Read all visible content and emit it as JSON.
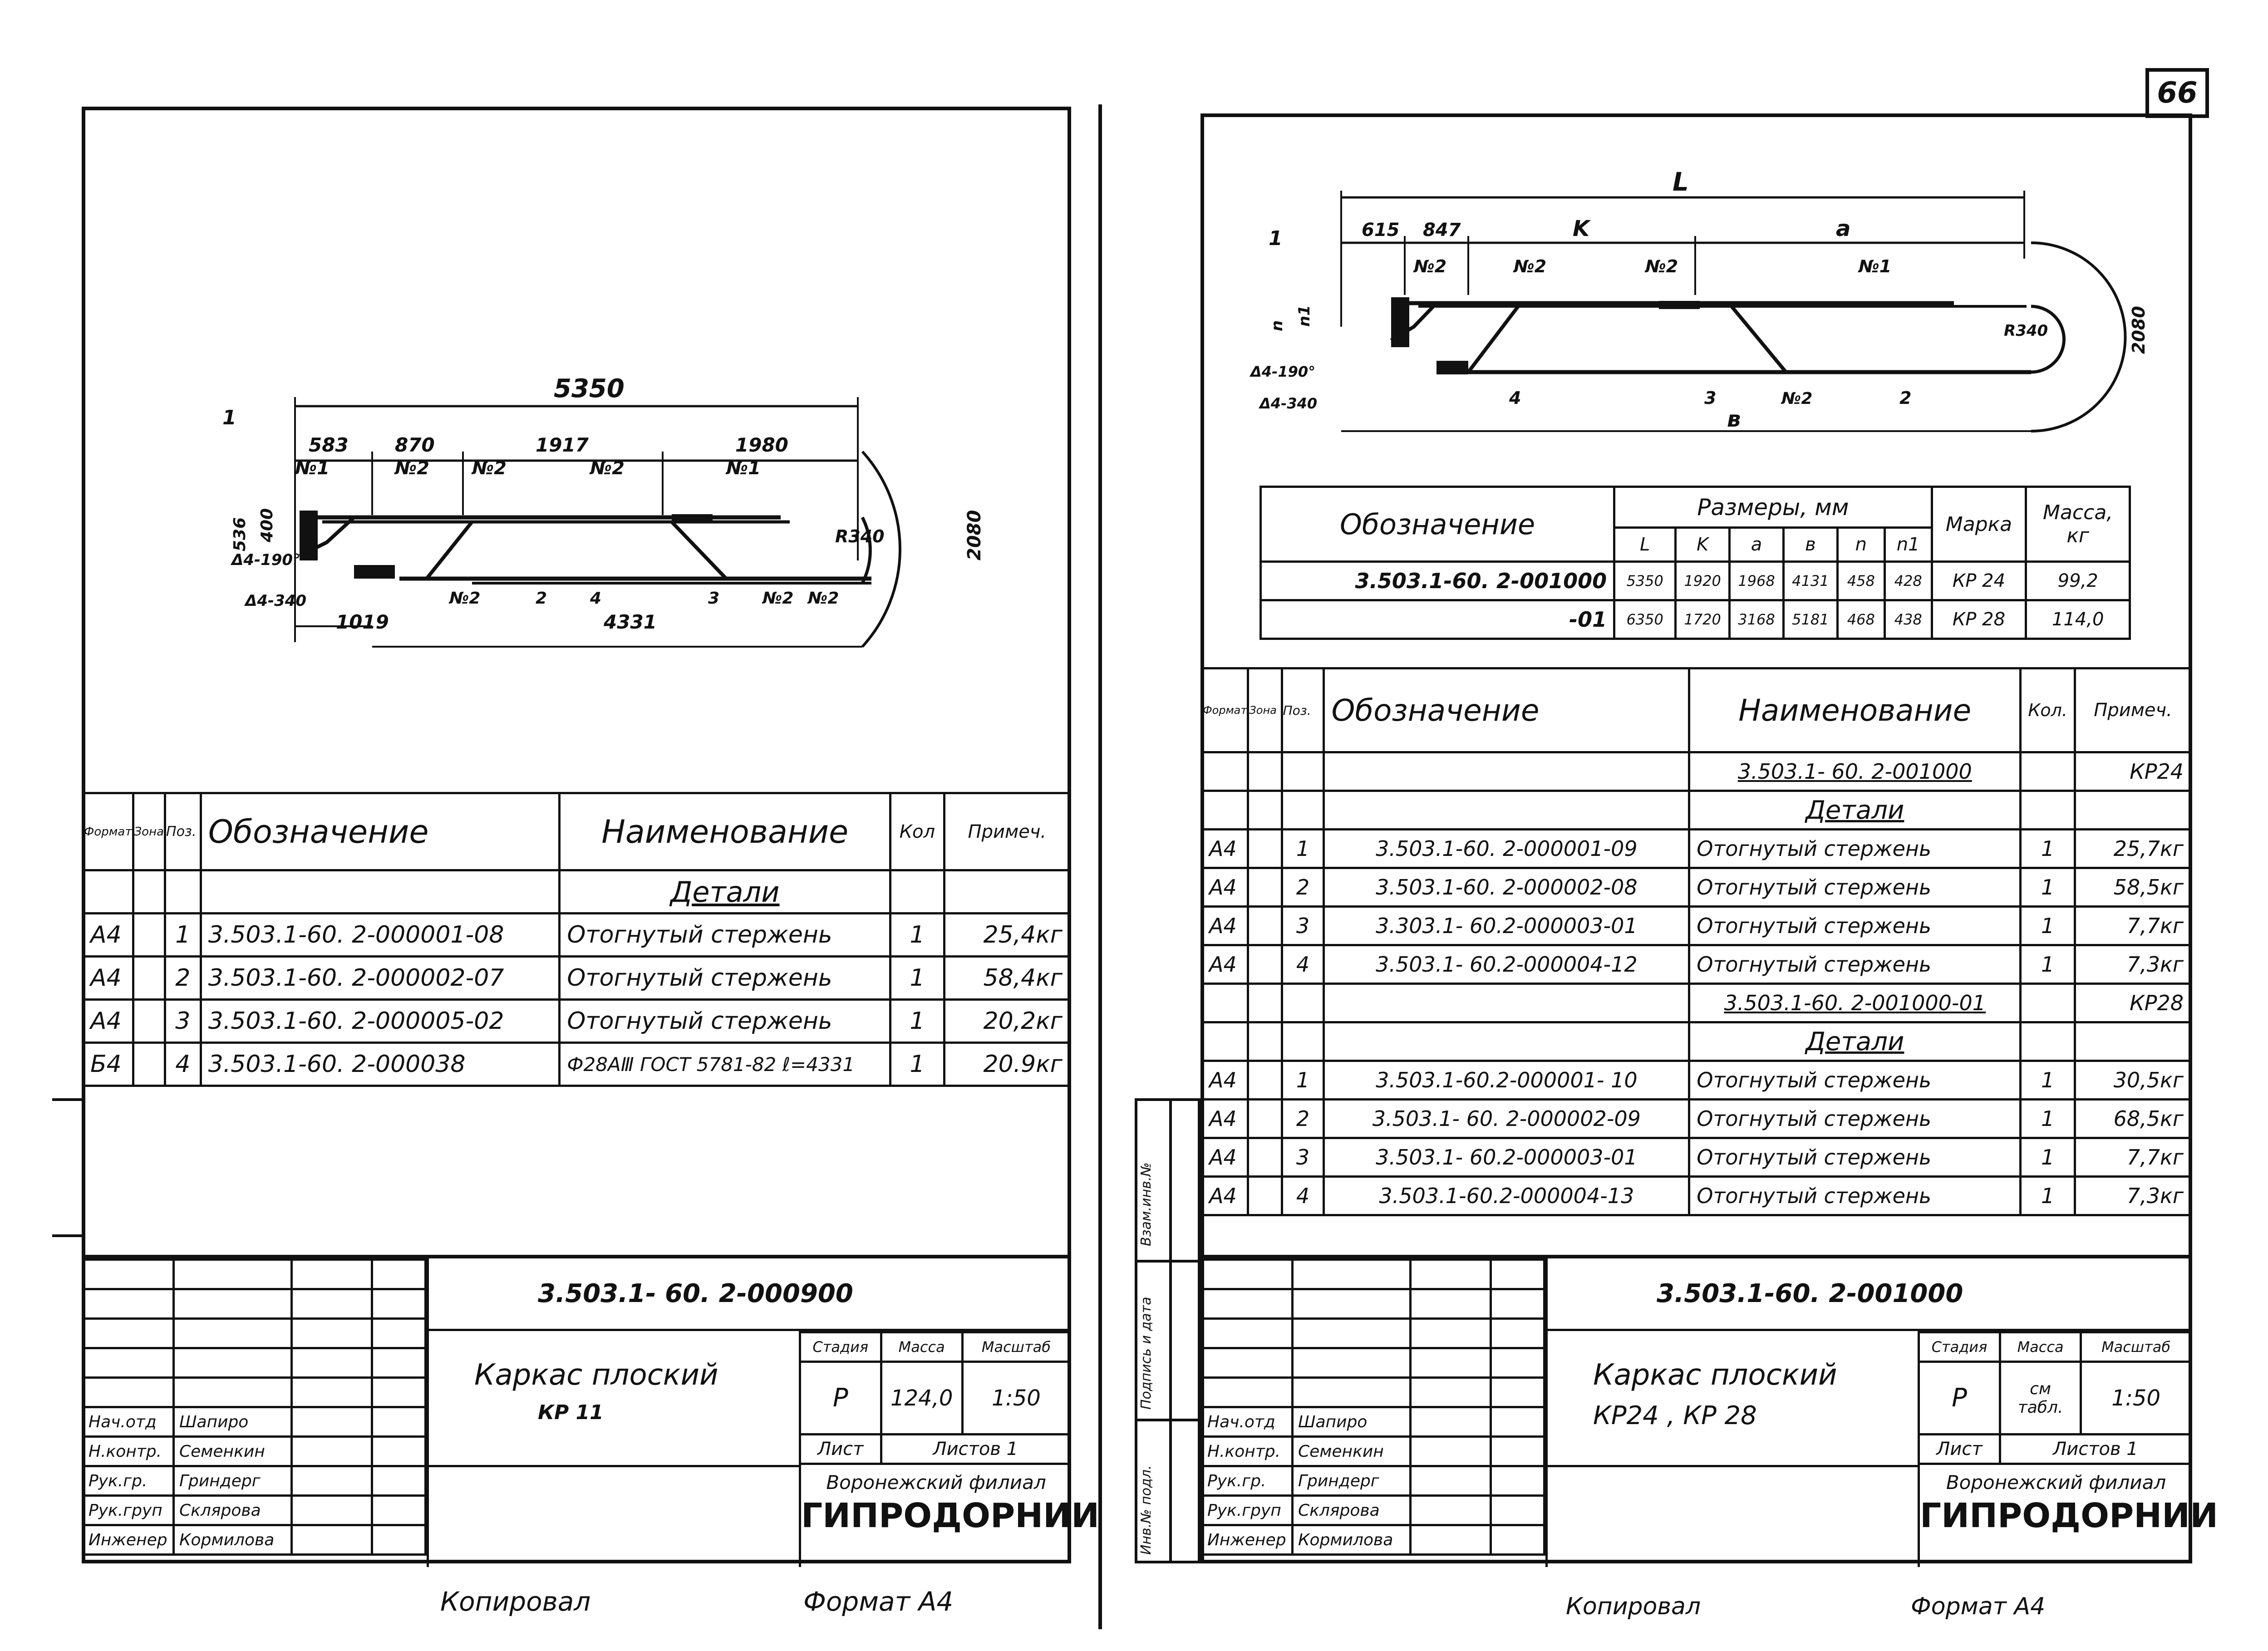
{
  "page_number": "66",
  "left": {
    "drawing": {
      "overall": "5350",
      "segments": [
        "583",
        "870",
        "1917",
        "1980"
      ],
      "bottom_dims": [
        "1019",
        "4331"
      ],
      "radius": "R340",
      "height": "2080",
      "side_dims": [
        "536",
        "400"
      ],
      "welds": [
        "Δ4-190°",
        "Δ4-340"
      ],
      "callouts": [
        "1",
        "№1",
        "№2",
        "№2",
        "№2",
        "№1",
        "№2",
        "2",
        "4",
        "3",
        "№2",
        "№2"
      ]
    },
    "spec": {
      "headers": {
        "format": "Формат",
        "zone": "Зона",
        "pos": "Поз.",
        "designation": "Обозначение",
        "name": "Наименование",
        "qty": "Кол",
        "note": "Примеч."
      },
      "section": "Детали",
      "rows": [
        {
          "format": "А4",
          "pos": "1",
          "designation": "3.503.1-60. 2-000001-08",
          "name": "Отогнутый стержень",
          "qty": "1",
          "note": "25,4кг"
        },
        {
          "format": "А4",
          "pos": "2",
          "designation": "3.503.1-60. 2-000002-07",
          "name": "Отогнутый стержень",
          "qty": "1",
          "note": "58,4кг"
        },
        {
          "format": "А4",
          "pos": "3",
          "designation": "3.503.1-60. 2-000005-02",
          "name": "Отогнутый стержень",
          "qty": "1",
          "note": "20,2кг"
        },
        {
          "format": "Б4",
          "pos": "4",
          "designation": "3.503.1-60. 2-000038",
          "name": "Ф28АⅢ ГОСТ 5781-82 ℓ=4331",
          "qty": "1",
          "note": "20.9кг"
        }
      ]
    },
    "title_block": {
      "doc_code": "3.503.1- 60. 2-000900",
      "title_line1": "Каркас плоский",
      "title_line2": "КР 11",
      "stage_label": "Стадия",
      "mass_label": "Масса",
      "scale_label": "Масштаб",
      "stage": "Р",
      "mass": "124,0",
      "scale": "1:50",
      "sheet_label": "Лист",
      "sheets_label": "Листов 1",
      "org_line1": "Воронежский филиал",
      "org_line2": "ГИПРОДОРНИИ",
      "staff": [
        {
          "role": "Нач.отд",
          "name": "Шапиро"
        },
        {
          "role": "Н.контр.",
          "name": "Семенкин"
        },
        {
          "role": "Рук.гр.",
          "name": "Гриндерг"
        },
        {
          "role": "Рук.груп",
          "name": "Склярова"
        },
        {
          "role": "Инженер",
          "name": "Кормилова"
        }
      ]
    },
    "footer_copied": "Копировал",
    "footer_format": "Формат А4"
  },
  "right": {
    "drawing": {
      "overall": "L",
      "segments": [
        "615",
        "847",
        "K",
        "a"
      ],
      "bottom": "в",
      "radius": "R340",
      "height": "2080",
      "welds": [
        "Δ4-190°",
        "Δ4-340"
      ],
      "side_dims": [
        "n",
        "n1"
      ],
      "callouts": [
        "1",
        "№2",
        "№2",
        "№2",
        "№1",
        "4",
        "3",
        "№2",
        "2"
      ]
    },
    "dims_table": {
      "header_designation": "Обозначение",
      "header_sizes": "Размеры, мм",
      "header_mark": "Марка",
      "header_mass": "Масса, кг",
      "cols": [
        "L",
        "K",
        "a",
        "в",
        "n",
        "n1"
      ],
      "rows": [
        {
          "designation": "3.503.1-60. 2-001000",
          "values": [
            "5350",
            "1920",
            "1968",
            "4131",
            "458",
            "428"
          ],
          "mark": "КР 24",
          "mass": "99,2"
        },
        {
          "designation": "-01",
          "values": [
            "6350",
            "1720",
            "3168",
            "5181",
            "468",
            "438"
          ],
          "mark": "КР 28",
          "mass": "114,0"
        }
      ]
    },
    "spec": {
      "headers": {
        "format": "Формат",
        "zone": "Зона",
        "pos": "Поз.",
        "designation": "Обозначение",
        "name": "Наименование",
        "qty": "Кол.",
        "note": "Примеч."
      },
      "group1_title": "3.503.1- 60. 2-001000",
      "group1_note": "КР24",
      "section": "Детали",
      "group1_rows": [
        {
          "format": "А4",
          "pos": "1",
          "designation": "3.503.1-60. 2-000001-09",
          "name": "Отогнутый стержень",
          "qty": "1",
          "note": "25,7кг"
        },
        {
          "format": "А4",
          "pos": "2",
          "designation": "3.503.1-60. 2-000002-08",
          "name": "Отогнутый стержень",
          "qty": "1",
          "note": "58,5кг"
        },
        {
          "format": "А4",
          "pos": "3",
          "designation": "3.303.1- 60.2-000003-01",
          "name": "Отогнутый стержень",
          "qty": "1",
          "note": "7,7кг"
        },
        {
          "format": "А4",
          "pos": "4",
          "designation": "3.503.1- 60.2-000004-12",
          "name": "Отогнутый стержень",
          "qty": "1",
          "note": "7,3кг"
        }
      ],
      "group2_title": "3.503.1-60. 2-001000-01",
      "group2_note": "КР28",
      "group2_rows": [
        {
          "format": "А4",
          "pos": "1",
          "designation": "3.503.1-60.2-000001- 10",
          "name": "Отогнутый стержень",
          "qty": "1",
          "note": "30,5кг"
        },
        {
          "format": "А4",
          "pos": "2",
          "designation": "3.503.1- 60. 2-000002-09",
          "name": "Отогнутый стержень",
          "qty": "1",
          "note": "68,5кг"
        },
        {
          "format": "А4",
          "pos": "3",
          "designation": "3.503.1- 60.2-000003-01",
          "name": "Отогнутый стержень",
          "qty": "1",
          "note": "7,7кг"
        },
        {
          "format": "А4",
          "pos": "4",
          "designation": "3.503.1-60.2-000004-13",
          "name": "Отогнутый стержень",
          "qty": "1",
          "note": "7,3кг"
        }
      ]
    },
    "title_block": {
      "doc_code": "3.503.1-60. 2-001000",
      "title_line1": "Каркас плоский",
      "title_line2": "КР24 , КР 28",
      "stage_label": "Стадия",
      "mass_label": "Масса",
      "scale_label": "Масштаб",
      "stage": "Р",
      "mass": "см табл.",
      "scale": "1:50",
      "sheet_label": "Лист",
      "sheets_label": "Листов 1",
      "org_line1": "Воронежский филиал",
      "org_line2": "ГИПРОДОРНИИ",
      "staff": [
        {
          "role": "Нач.отд",
          "name": "Шапиро"
        },
        {
          "role": "Н.контр.",
          "name": "Семенкин"
        },
        {
          "role": "Рук.гр.",
          "name": "Гриндерг"
        },
        {
          "role": "Рук.груп",
          "name": "Склярова"
        },
        {
          "role": "Инженер",
          "name": "Кормилова"
        }
      ]
    },
    "side_stamp": [
      "Инв.№ подл.",
      "Подпись и дата",
      "Взам.инв.№"
    ],
    "footer_copied": "Копировал",
    "footer_format": "Формат А4"
  }
}
